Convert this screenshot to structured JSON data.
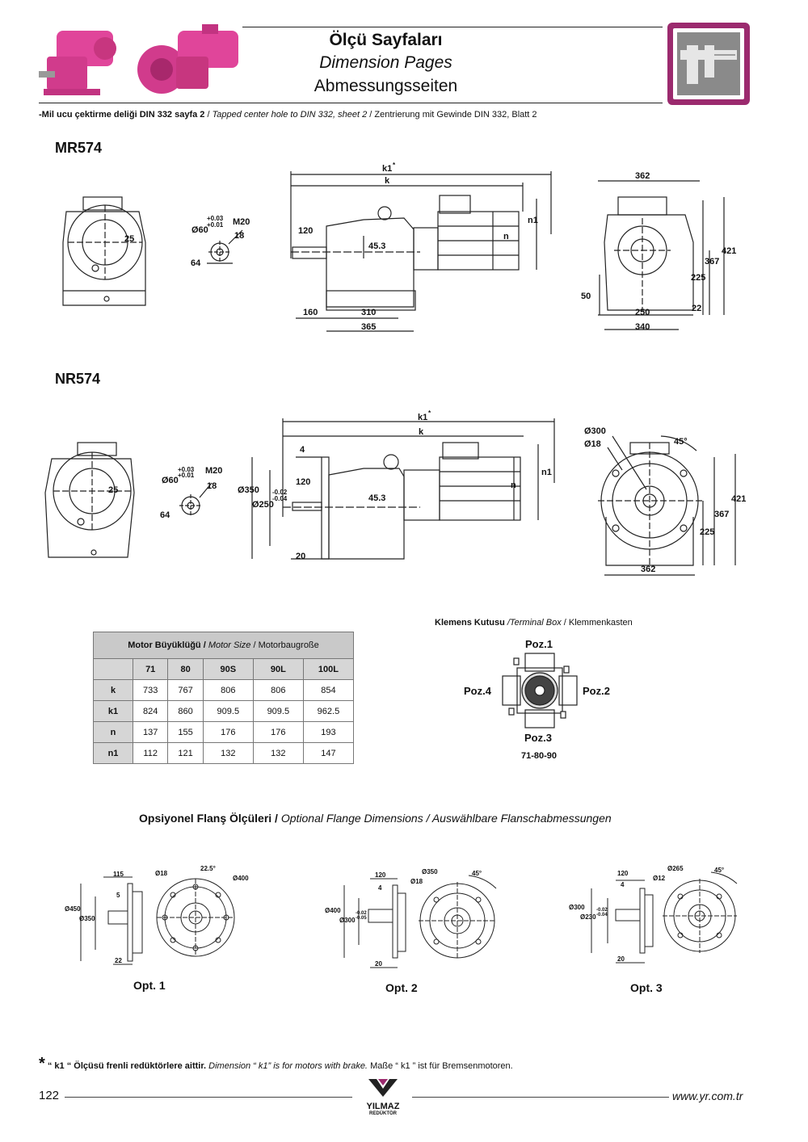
{
  "header": {
    "title_tr": "Ölçü Sayfaları",
    "title_en": "Dimension Pages",
    "title_de": "Abmessungsseiten",
    "icon": "caliper-icon"
  },
  "note": {
    "tr": "-Mil ucu çektirme deliği DIN 332 sayfa 2",
    "sep1": " / ",
    "en": "Tapped center hole to DIN 332, sheet 2",
    "sep2": " / ",
    "de": "Zentrierung mit Gewinde DIN 332, Blatt 2"
  },
  "mr574": {
    "model": "MR574",
    "front": {
      "r25": "25"
    },
    "shaft": {
      "d60": "Ø60",
      "tol_up": "+0.03",
      "tol_dn": "+0.01",
      "m20": "M20",
      "l18": "18",
      "l64": "64"
    },
    "side": {
      "k1": "k1",
      "star": "*",
      "k": "k",
      "l120": "120",
      "h45": "45.3",
      "n": "n",
      "n1": "n1",
      "l160": "160",
      "l310": "310",
      "l365": "365"
    },
    "end": {
      "w362": "362",
      "h421": "421",
      "h367": "367",
      "h225": "225",
      "h50": "50",
      "w250": "250",
      "w22": "22",
      "w340": "340"
    }
  },
  "nr574": {
    "model": "NR574",
    "front": {
      "r25": "25"
    },
    "shaft": {
      "d60": "Ø60",
      "tol_up": "+0.03",
      "tol_dn": "+0.01",
      "m20": "M20",
      "l18": "18",
      "l64": "64"
    },
    "side": {
      "k1": "k1",
      "star": "*",
      "k": "k",
      "l4": "4",
      "l120": "120",
      "d350": "Ø350",
      "d250": "Ø250",
      "tol_a": "-0.02",
      "tol_b": "-0.04",
      "h45": "45.3",
      "n": "n",
      "n1": "n1",
      "l20": "20"
    },
    "end": {
      "d300": "Ø300",
      "d18": "Ø18",
      "ang": "45°",
      "h421": "421",
      "h367": "367",
      "h225": "225",
      "w362": "362"
    }
  },
  "table": {
    "caption_tr": "Motor Büyüklüğü /",
    "caption_en": "Motor Size",
    "caption_de": "/ Motorbaugroße",
    "columns": [
      "71",
      "80",
      "90S",
      "90L",
      "100L"
    ],
    "rows": [
      {
        "label": "k",
        "values": [
          "733",
          "767",
          "806",
          "806",
          "854"
        ]
      },
      {
        "label": "k1",
        "values": [
          "824",
          "860",
          "909.5",
          "909.5",
          "962.5"
        ]
      },
      {
        "label": "n",
        "values": [
          "137",
          "155",
          "176",
          "176",
          "193"
        ]
      },
      {
        "label": "n1",
        "values": [
          "112",
          "121",
          "132",
          "132",
          "147"
        ]
      }
    ]
  },
  "terminal_box": {
    "title_tr": "Klemens Kutusu",
    "title_en": "/Terminal Box",
    "title_de": "/ Klemmenkasten",
    "poz1": "Poz.1",
    "poz2": "Poz.2",
    "poz3": "Poz.3",
    "poz4": "Poz.4",
    "sizes": "71-80-90"
  },
  "flange": {
    "title_tr": "Opsiyonel Flanş Ölçüleri /",
    "title_en": "Optional Flange Dimensions / Auswählbare Flanschabmessungen",
    "opt1": {
      "label": "Opt. 1",
      "l115": "115",
      "l5": "5",
      "d450": "Ø450",
      "d350": "Ø350",
      "l22": "22",
      "d18": "Ø18",
      "ang": "22.5°",
      "d400": "Ø400"
    },
    "opt2": {
      "label": "Opt. 2",
      "l120": "120",
      "l4": "4",
      "d400": "Ø400",
      "d300": "Ø300",
      "tol_a": "-0.02",
      "tol_b": "-0.05",
      "l20": "20",
      "d350": "Ø350",
      "d18": "Ø18",
      "ang": "45°"
    },
    "opt3": {
      "label": "Opt. 3",
      "l120": "120",
      "l4": "4",
      "d300": "Ø300",
      "d230": "Ø230",
      "tol_a": "-0.02",
      "tol_b": "-0.04",
      "l20": "20",
      "d265": "Ø265",
      "d12": "Ø12",
      "ang": "45°"
    }
  },
  "footnote": {
    "star": "*",
    "tr": "“ k1 “ Ölçüsü frenli redüktörlere aittir.",
    "en": "Dimension “ k1” is for motors with brake.",
    "de": "Maße “ k1 ” ist für Bremsenmotoren."
  },
  "footer": {
    "page": "122",
    "logo_text": "YILMAZ",
    "logo_sub": "REDÜKTÖR",
    "url": "www.yr.com.tr"
  },
  "colors": {
    "accent": "#9b2a6e",
    "product": "#e0459a",
    "line": "#222222",
    "table_head": "#c9c9c9"
  }
}
